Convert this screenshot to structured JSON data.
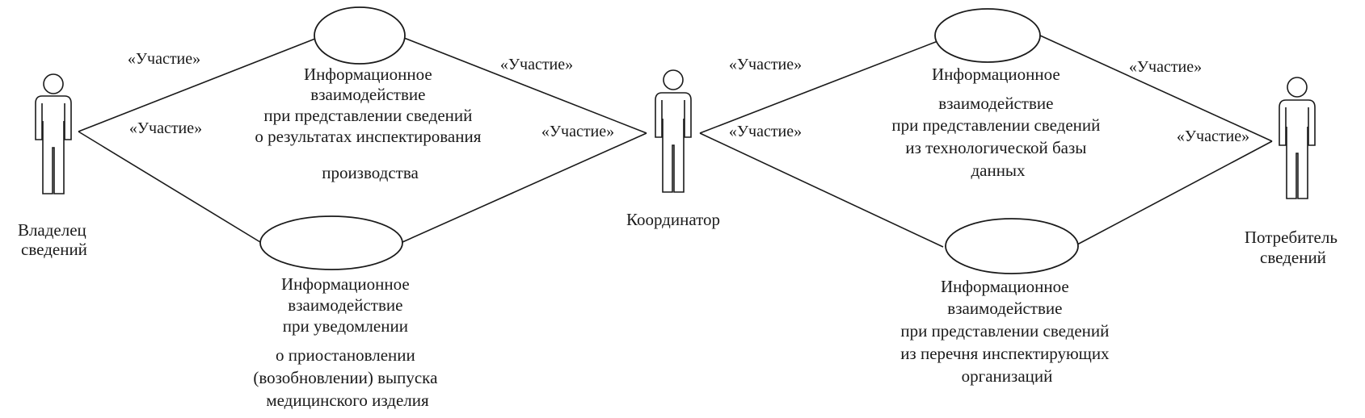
{
  "actors": {
    "owner": {
      "name_lines": [
        "Владелец",
        "сведений"
      ],
      "icon": "stick-figure-icon"
    },
    "coordinator": {
      "name_lines": [
        "Координатор"
      ],
      "icon": "stick-figure-icon"
    },
    "consumer": {
      "name_lines": [
        "Потребитель",
        "сведений"
      ],
      "icon": "stick-figure-icon"
    }
  },
  "use_cases": {
    "inspection_results": {
      "lines": [
        "Информационное",
        "взаимодействие",
        "при представлении сведений",
        "о результатах инспектирования",
        "производства"
      ]
    },
    "suspension_notice": {
      "lines": [
        "Информационное",
        "взаимодействие",
        "при уведомлении",
        "о приостановлении",
        "(возобновлении) выпуска",
        "медицинского изделия"
      ]
    },
    "tech_database": {
      "lines": [
        "Информационное",
        "взаимодействие",
        "при представлении сведений",
        "из технологической базы",
        "данных"
      ]
    },
    "inspecting_orgs": {
      "lines": [
        "Информационное",
        "взаимодействие",
        "при представлении сведений",
        "из перечня инспектирующих",
        "организаций"
      ]
    }
  },
  "associations": {
    "owner_to_inspection": {
      "label": "«Участие»"
    },
    "owner_to_suspension": {
      "label": "«Участие»"
    },
    "inspection_to_coordinator": {
      "label": "«Участие»"
    },
    "suspension_to_coordinator": {
      "label": "«Участие»"
    },
    "coordinator_to_techdb": {
      "label": "«Участие»"
    },
    "coordinator_to_orgs": {
      "label": "«Участие»"
    },
    "techdb_to_consumer": {
      "label": "«Участие»"
    },
    "orgs_to_consumer": {
      "label": "«Участие»"
    }
  }
}
